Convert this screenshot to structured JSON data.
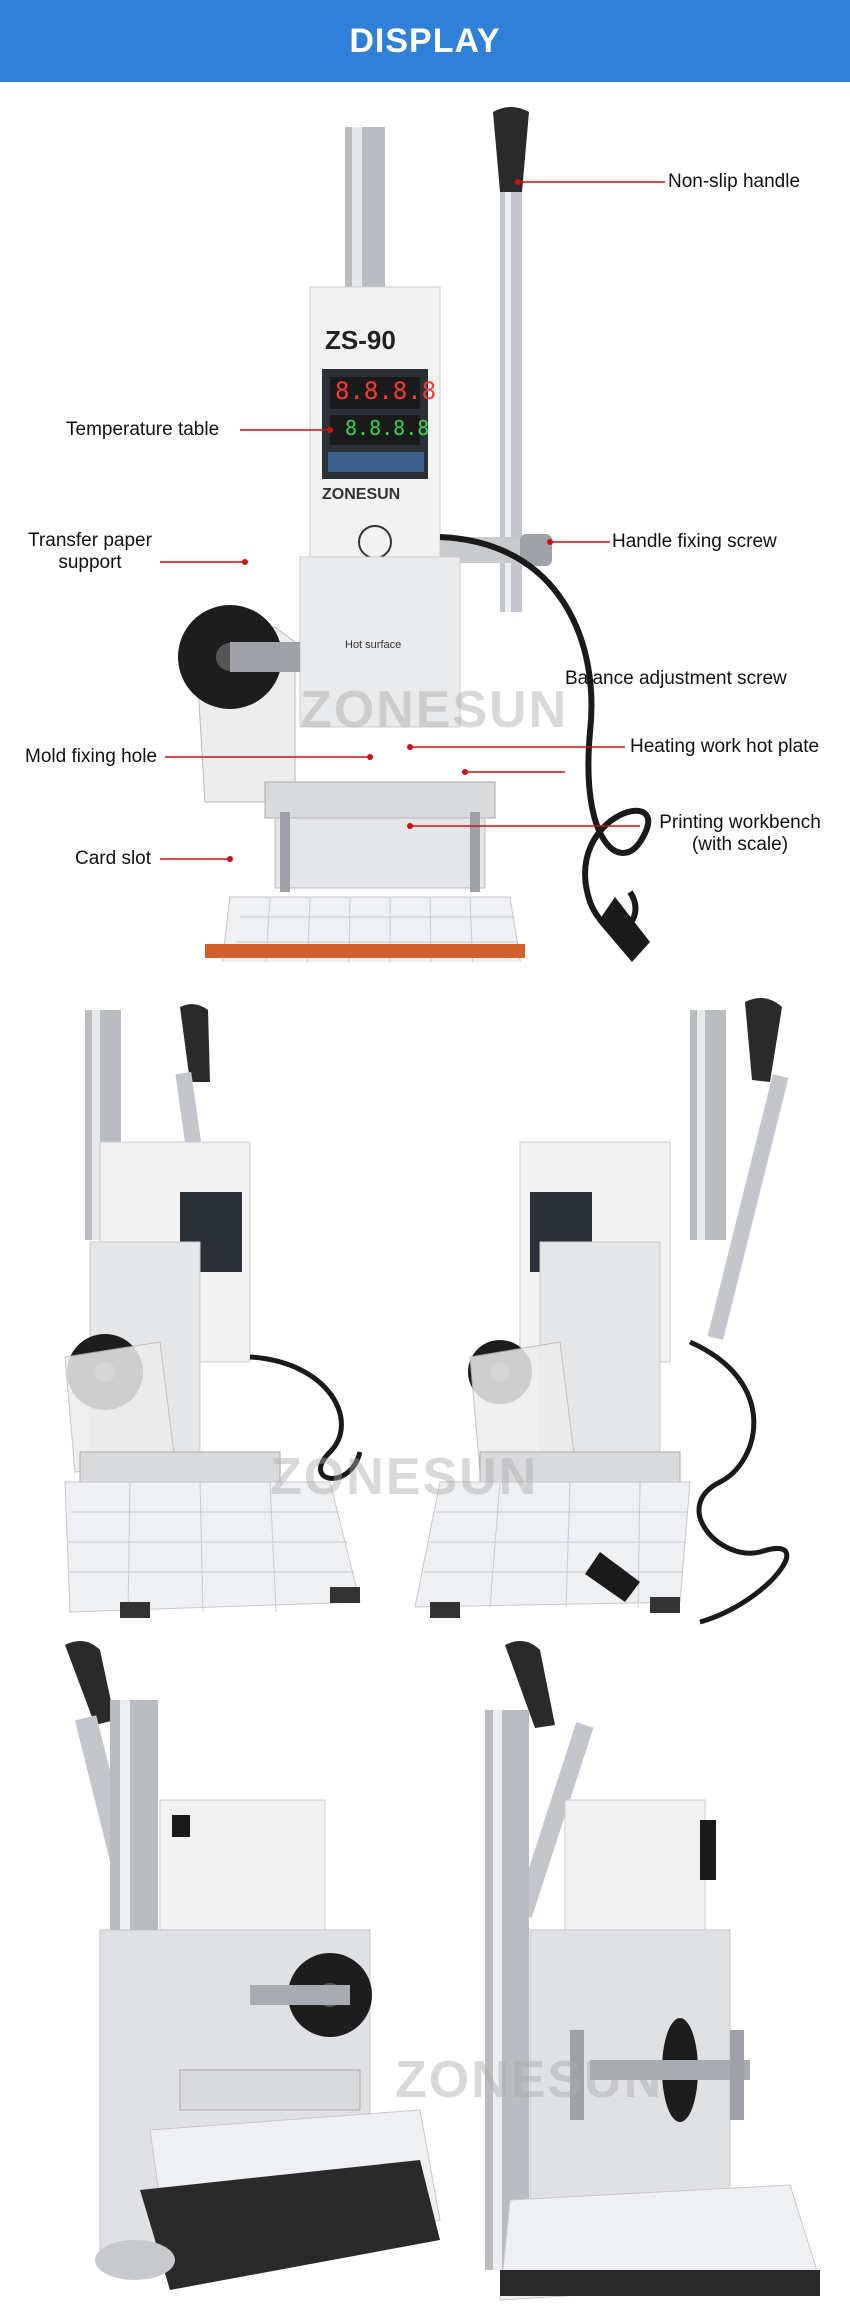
{
  "banner": {
    "title": "DISPLAY"
  },
  "machine": {
    "model": "ZS-90",
    "brand": "ZONESUN",
    "display_top": "8.8.8.8",
    "display_bottom": "8.8.8.8",
    "warning_label": "Hot surface"
  },
  "watermark": "ZONESUN",
  "callouts": {
    "non_slip_handle": "Non-slip handle",
    "temperature_table": "Temperature table",
    "transfer_paper_support_1": "Transfer paper",
    "transfer_paper_support_2": "support",
    "handle_fixing_screw": "Handle fixing screw",
    "balance_adjustment_screw": "Balance adjustment screw",
    "mold_fixing_hole": "Mold fixing hole",
    "heating_work_hot_plate": "Heating work hot plate",
    "printing_workbench_1": "Printing workbench",
    "printing_workbench_2": "(with scale)",
    "card_slot": "Card slot"
  },
  "colors": {
    "banner": "#2f80d6",
    "callout_line": "#cc1010",
    "card_slot": "#d2602a"
  }
}
